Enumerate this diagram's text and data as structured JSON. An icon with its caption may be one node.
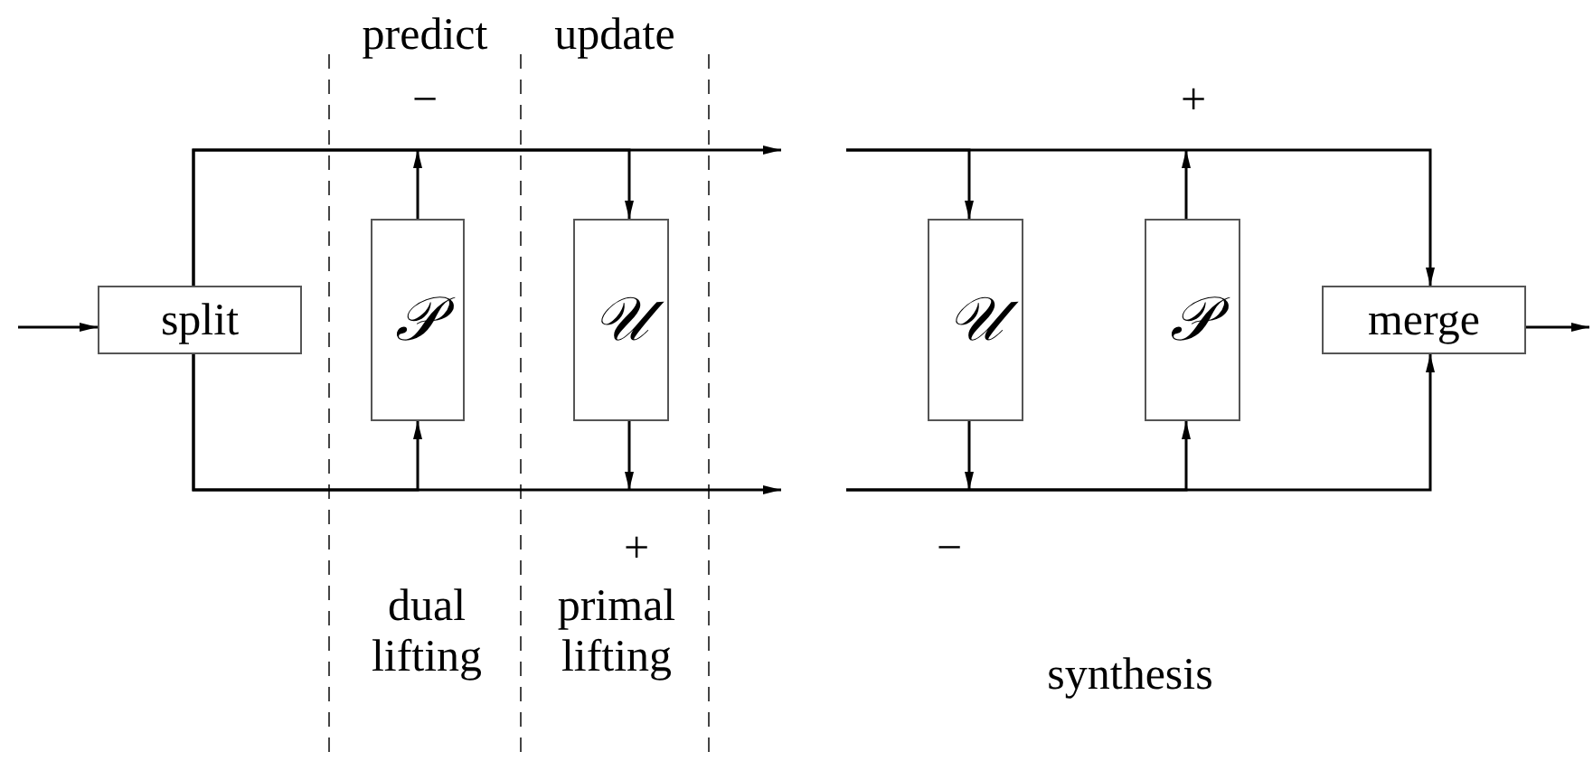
{
  "diagram": {
    "nodes": [
      {
        "text": [
          "split"
        ]
      },
      {
        "text": [
          "𝒫"
        ]
      },
      {
        "text": [
          "𝒰"
        ]
      },
      {
        "text": [
          "𝒰"
        ]
      },
      {
        "text": [
          "𝒫"
        ]
      },
      {
        "text": [
          "merge"
        ]
      }
    ],
    "edges": [
      {
        "from": null,
        "to": 0,
        "arrow": "to"
      },
      {
        "from": 0,
        "to": null,
        "arrow": "to"
      },
      {
        "from": 0,
        "to": null,
        "arrow": "to"
      },
      {
        "from": 0,
        "to": 1,
        "arrow": "to"
      },
      {
        "from": 1,
        "to": null,
        "arrow": "to"
      },
      {
        "from": 0,
        "to": 2,
        "arrow": "to"
      },
      {
        "from": 2,
        "to": null,
        "arrow": "to"
      },
      {
        "from": null,
        "to": 3,
        "arrow": "to"
      },
      {
        "from": 3,
        "to": null,
        "arrow": "to"
      },
      {
        "from": null,
        "to": 4,
        "arrow": "to"
      },
      {
        "from": 4,
        "to": null,
        "arrow": "to"
      },
      {
        "from": null,
        "to": 5,
        "arrow": "to"
      },
      {
        "from": null,
        "to": 5,
        "arrow": "to"
      },
      {
        "from": 5,
        "to": null,
        "arrow": "to"
      }
    ],
    "labels": [
      "predict",
      "update",
      "−",
      "+",
      "dual lifting",
      "primal lifting",
      "+",
      "−",
      "synthesis"
    ]
  }
}
